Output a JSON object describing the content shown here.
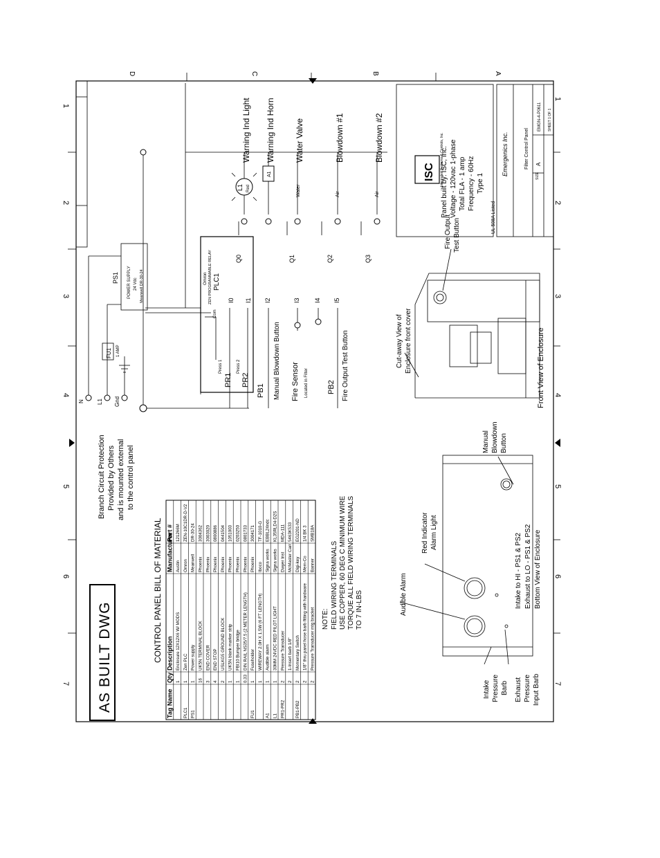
{
  "zones_top": [
    "D",
    "C",
    "B",
    "A"
  ],
  "zones_side": [
    "1",
    "2",
    "3",
    "4",
    "5",
    "6",
    "7"
  ],
  "stamp": "AS BUILT DWG",
  "bom": {
    "title": "CONTROL PANEL BILL OF MATERIAL",
    "headers": [
      "Tag Name",
      "Qty",
      "Description",
      "Manufacturer",
      "Part #"
    ],
    "rows": [
      [
        "",
        "1",
        "Enclosure 12X12X6 W/ MODS",
        "Austin",
        "121266M"
      ],
      [
        "PLC1",
        "1",
        "Zen PLC",
        "Omron",
        "ZEN-10C1DR-D-V2"
      ],
      [
        "PS1",
        "1",
        "Power supply",
        "Meanwell",
        "DR-30-24"
      ],
      [
        "",
        "16",
        "UK5N TERMINAL BLOCK",
        "Phoenix",
        "3004362"
      ],
      [
        "",
        "3",
        "END COVER",
        "Phoenix",
        "3003020"
      ],
      [
        "",
        "4",
        "END STOP",
        "Phoenix",
        "0800886"
      ],
      [
        "",
        "2",
        "USLKG5 GROUND BLOCK",
        "Phoenix",
        "0441504"
      ],
      [
        "",
        "1",
        "UK5N blank marker strip",
        "Phoenix",
        "1051003"
      ],
      [
        "",
        "1",
        "FBI10 Bumper bridge",
        "Phoenix",
        "0203250"
      ],
      [
        "",
        "0.33",
        "DIN RAIL NS35/7.5 (2 METER LENGTH)",
        "Phoenix",
        "0801733"
      ],
      [
        "FU1",
        "1",
        "Fuseholder",
        "Phoenix",
        "3004171"
      ],
      [
        "",
        "1",
        "WIREWAY 2.0H X 1.5W (6 FT LENGTH)",
        "Iboco",
        "TF-1010-G"
      ],
      [
        "A1",
        "1",
        "Audible alarm",
        "Signa works",
        "EBBL24ndc"
      ],
      [
        "L1",
        "1",
        "30MM 24VDC RED PILOT LIGHT",
        "Signa works",
        "KL35RLD4-D2S"
      ],
      [
        "PR1-PR2",
        "2",
        "Pressure Transducer",
        "Dwyer Inst",
        "MDA-111"
      ],
      [
        "",
        "2",
        "1-Insert barb 1/8\"",
        "McMaster Carr",
        "5463K533"
      ],
      [
        "PB1-PB2",
        "2",
        "Momentary Switch",
        "Digi-key",
        "EG2201-ND"
      ],
      [
        "",
        "2",
        "1/8\" thru panel hose barb fitting with hardware",
        "Mem-Co",
        "1/4 BK 3"
      ],
      [
        "",
        "2",
        "Pressure Transducer mtg bracket",
        "Banner",
        "SMB18A"
      ]
    ]
  },
  "note": {
    "head": "NOTE:",
    "lines": [
      "FIELD WIRING TERMINALS",
      "USE COPPER, 60 DEG C MINIMUM WIRE",
      "TORQUE ALL FIELD WIRING TERMINALS",
      "TO 7 IN-LBS"
    ]
  },
  "branch": [
    "Branch Circuit Protection",
    "Provided by Others",
    "and is mounted external",
    "to the control panel"
  ],
  "supply": {
    "n": "N",
    "l1": "L1",
    "gnd": "Gnd",
    "fu": "FU1",
    "fu_sub": "1 AMP",
    "ps": "PS1",
    "ps_sub1": "POWER SUPPLY",
    "ps_sub2": "24 Vdc",
    "ps_sub3": "Meanwell DR-30-24"
  },
  "plc": {
    "tag": "PLC1",
    "brand": "Omron",
    "model": "ZEN PROGRAMMABLE RELAY",
    "com": "Com",
    "inputs": [
      "I0",
      "I1",
      "I2",
      "I3",
      "I4",
      "I5"
    ],
    "outputs": [
      "Q0",
      "Q1",
      "Q2",
      "Q3"
    ]
  },
  "inputs_field": [
    {
      "tag": "PR1",
      "sub": "Press 1"
    },
    {
      "tag": "PR2",
      "sub": "Press 2"
    },
    {
      "tag": "PB1",
      "label": "Manual Blowdown Button"
    },
    {
      "tag": "Fire Sensor",
      "label": "Located in Filter"
    },
    {
      "tag": "PB2",
      "label": "Fire Output Test Button"
    }
  ],
  "outputs_field": [
    "Warning Ind Light",
    "Warning Ind Horn",
    "Water Valve",
    "Blowdown #1",
    "Blowdown #2"
  ],
  "devices": {
    "l1": "L1",
    "red": "Red",
    "a1": "A1",
    "water": "Water",
    "air": "Air"
  },
  "title_block": {
    "listed": "UL 508A Listed",
    "logo": "ISC",
    "logo_sub": "Integrated Systems & Controls, Inc.",
    "lines": [
      "Panel built by: ISC, Inc.",
      "Voltage - 120vac 1-phase",
      "Total FLA - 1 amp",
      "Frequency - 60Hz",
      "Type 1"
    ],
    "company": "Emergenics Inc.",
    "drawing": "Filter Control Panel",
    "size_label": "SIZE",
    "size": "A",
    "dwg_no": "EMGN-4-P0611",
    "sheet": "SHEET 1 OF 1"
  },
  "cutaway": [
    "Cut-away View of",
    "Enclosure front cover"
  ],
  "fire_btn": [
    "Fire Output",
    "Test Button"
  ],
  "front_view": "Front View of Enclosure",
  "bottom": {
    "alarm": "Audible Alarm",
    "light": [
      "Red Indicator",
      "Alarm Light"
    ],
    "manual": [
      "Manual",
      "Blowdown",
      "Button"
    ],
    "intake": [
      "Intake",
      "Pressure",
      "Barb"
    ],
    "exhaust": [
      "Exhaust",
      "Pressure",
      "Input Barb"
    ],
    "notes": [
      "Intake to HI - PS1 & PS2",
      "Exhaust to LO - PS1 & PS2",
      "Bottom View of Enclosure"
    ]
  }
}
